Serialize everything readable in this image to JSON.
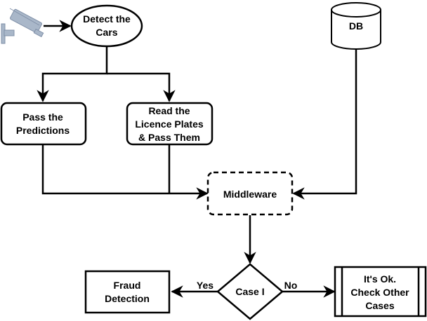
{
  "colors": {
    "stroke": "#000000",
    "fill": "#ffffff",
    "camera": "#a9b7c9"
  },
  "icons": {
    "camera": "security-camera-icon",
    "database": "database-icon"
  },
  "nodes": {
    "detect": {
      "line1": "Detect the",
      "line2": "Cars"
    },
    "db": {
      "label": "DB"
    },
    "pass_predictions": {
      "line1": "Pass the",
      "line2": "Predictions"
    },
    "read_plates": {
      "line1": "Read the",
      "line2": "Licence Plates",
      "line3": "& Pass Them"
    },
    "middleware": {
      "label": "Middleware"
    },
    "case": {
      "label": "Case I"
    },
    "fraud": {
      "line1": "Fraud",
      "line2": "Detection"
    },
    "ok": {
      "line1": "It's Ok.",
      "line2": "Check Other",
      "line3": "Cases"
    }
  },
  "edges": {
    "yes_label": "Yes",
    "no_label": "No"
  }
}
